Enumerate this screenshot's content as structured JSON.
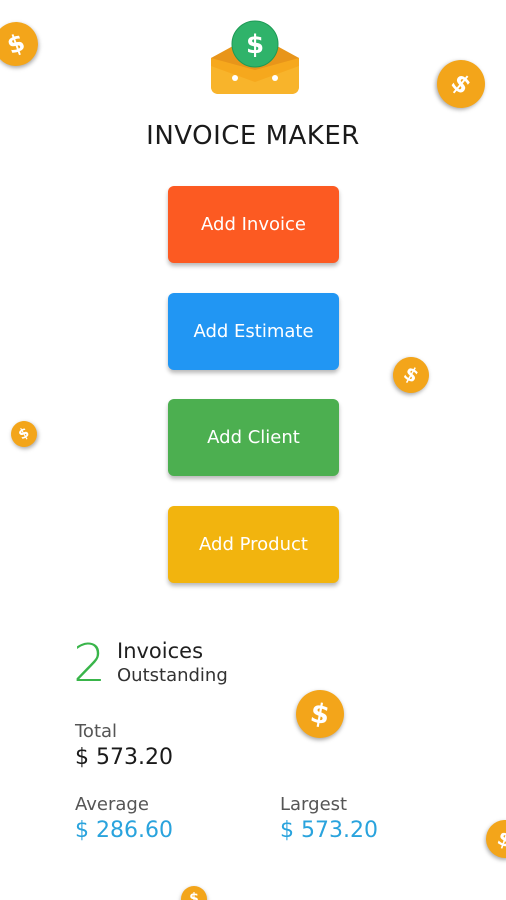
{
  "app": {
    "title": "INVOICE MAKER",
    "logo_glyph": "$"
  },
  "actions": [
    {
      "label": "Add Invoice",
      "color": "#fc5a22"
    },
    {
      "label": "Add Estimate",
      "color": "#2196f3"
    },
    {
      "label": "Add Client",
      "color": "#4caf50"
    },
    {
      "label": "Add Product",
      "color": "#f2b40e"
    }
  ],
  "stats": {
    "outstanding_count": "2",
    "outstanding_label_1": "Invoices",
    "outstanding_label_2": "Outstanding",
    "total_label": "Total",
    "total_value": "$ 573.20",
    "average_label": "Average",
    "average_value": "$ 286.60",
    "largest_label": "Largest",
    "largest_value": "$ 573.20"
  },
  "colors": {
    "count_green": "#39b54a",
    "money_blue": "#29a3dd",
    "coin_orange": "#f3a51a",
    "logo_green": "#2fb36a",
    "envelope_orange": "#f6a81d"
  },
  "decor": {
    "coin_glyph": "$"
  }
}
